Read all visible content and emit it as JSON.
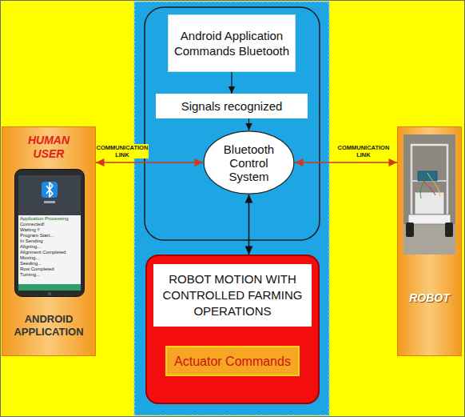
{
  "diagram": {
    "nodes": [
      {
        "text": [
          "HUMAN USER",
          "ANDROID APPLICATION"
        ]
      },
      {
        "text": [
          "Android Application Commands Bluetooth"
        ]
      },
      {
        "text": [
          "Signals recognized"
        ]
      },
      {
        "text": [
          "Bluetooth Control System"
        ]
      },
      {
        "text": [
          "ROBOT MOTION WITH CONTROLLED FARMING OPERATIONS"
        ]
      },
      {
        "text": [
          "Actuator Commands"
        ],
        "in": 4
      },
      {
        "text": [
          "ROBOT"
        ]
      }
    ],
    "edges": [
      {
        "from": 1,
        "to": 2,
        "arrow": "to"
      },
      {
        "from": 2,
        "to": 3,
        "arrow": "to"
      },
      {
        "from": 3,
        "to": 4,
        "arrow": "both"
      },
      {
        "from": 0,
        "to": 3,
        "label": "COMMUNICATION LINK",
        "arrow": "both"
      },
      {
        "from": 3,
        "to": 6,
        "label": "COMMUNICATION LINK",
        "arrow": "both"
      }
    ],
    "labels": [
      "Application Processing",
      "Connected!",
      "Waiting !!",
      "Program Start...",
      "In Sending",
      "Aligning...",
      "Alignment Completed",
      "Moving...",
      "Seeding...",
      "Row Completed",
      "Turning..."
    ]
  }
}
